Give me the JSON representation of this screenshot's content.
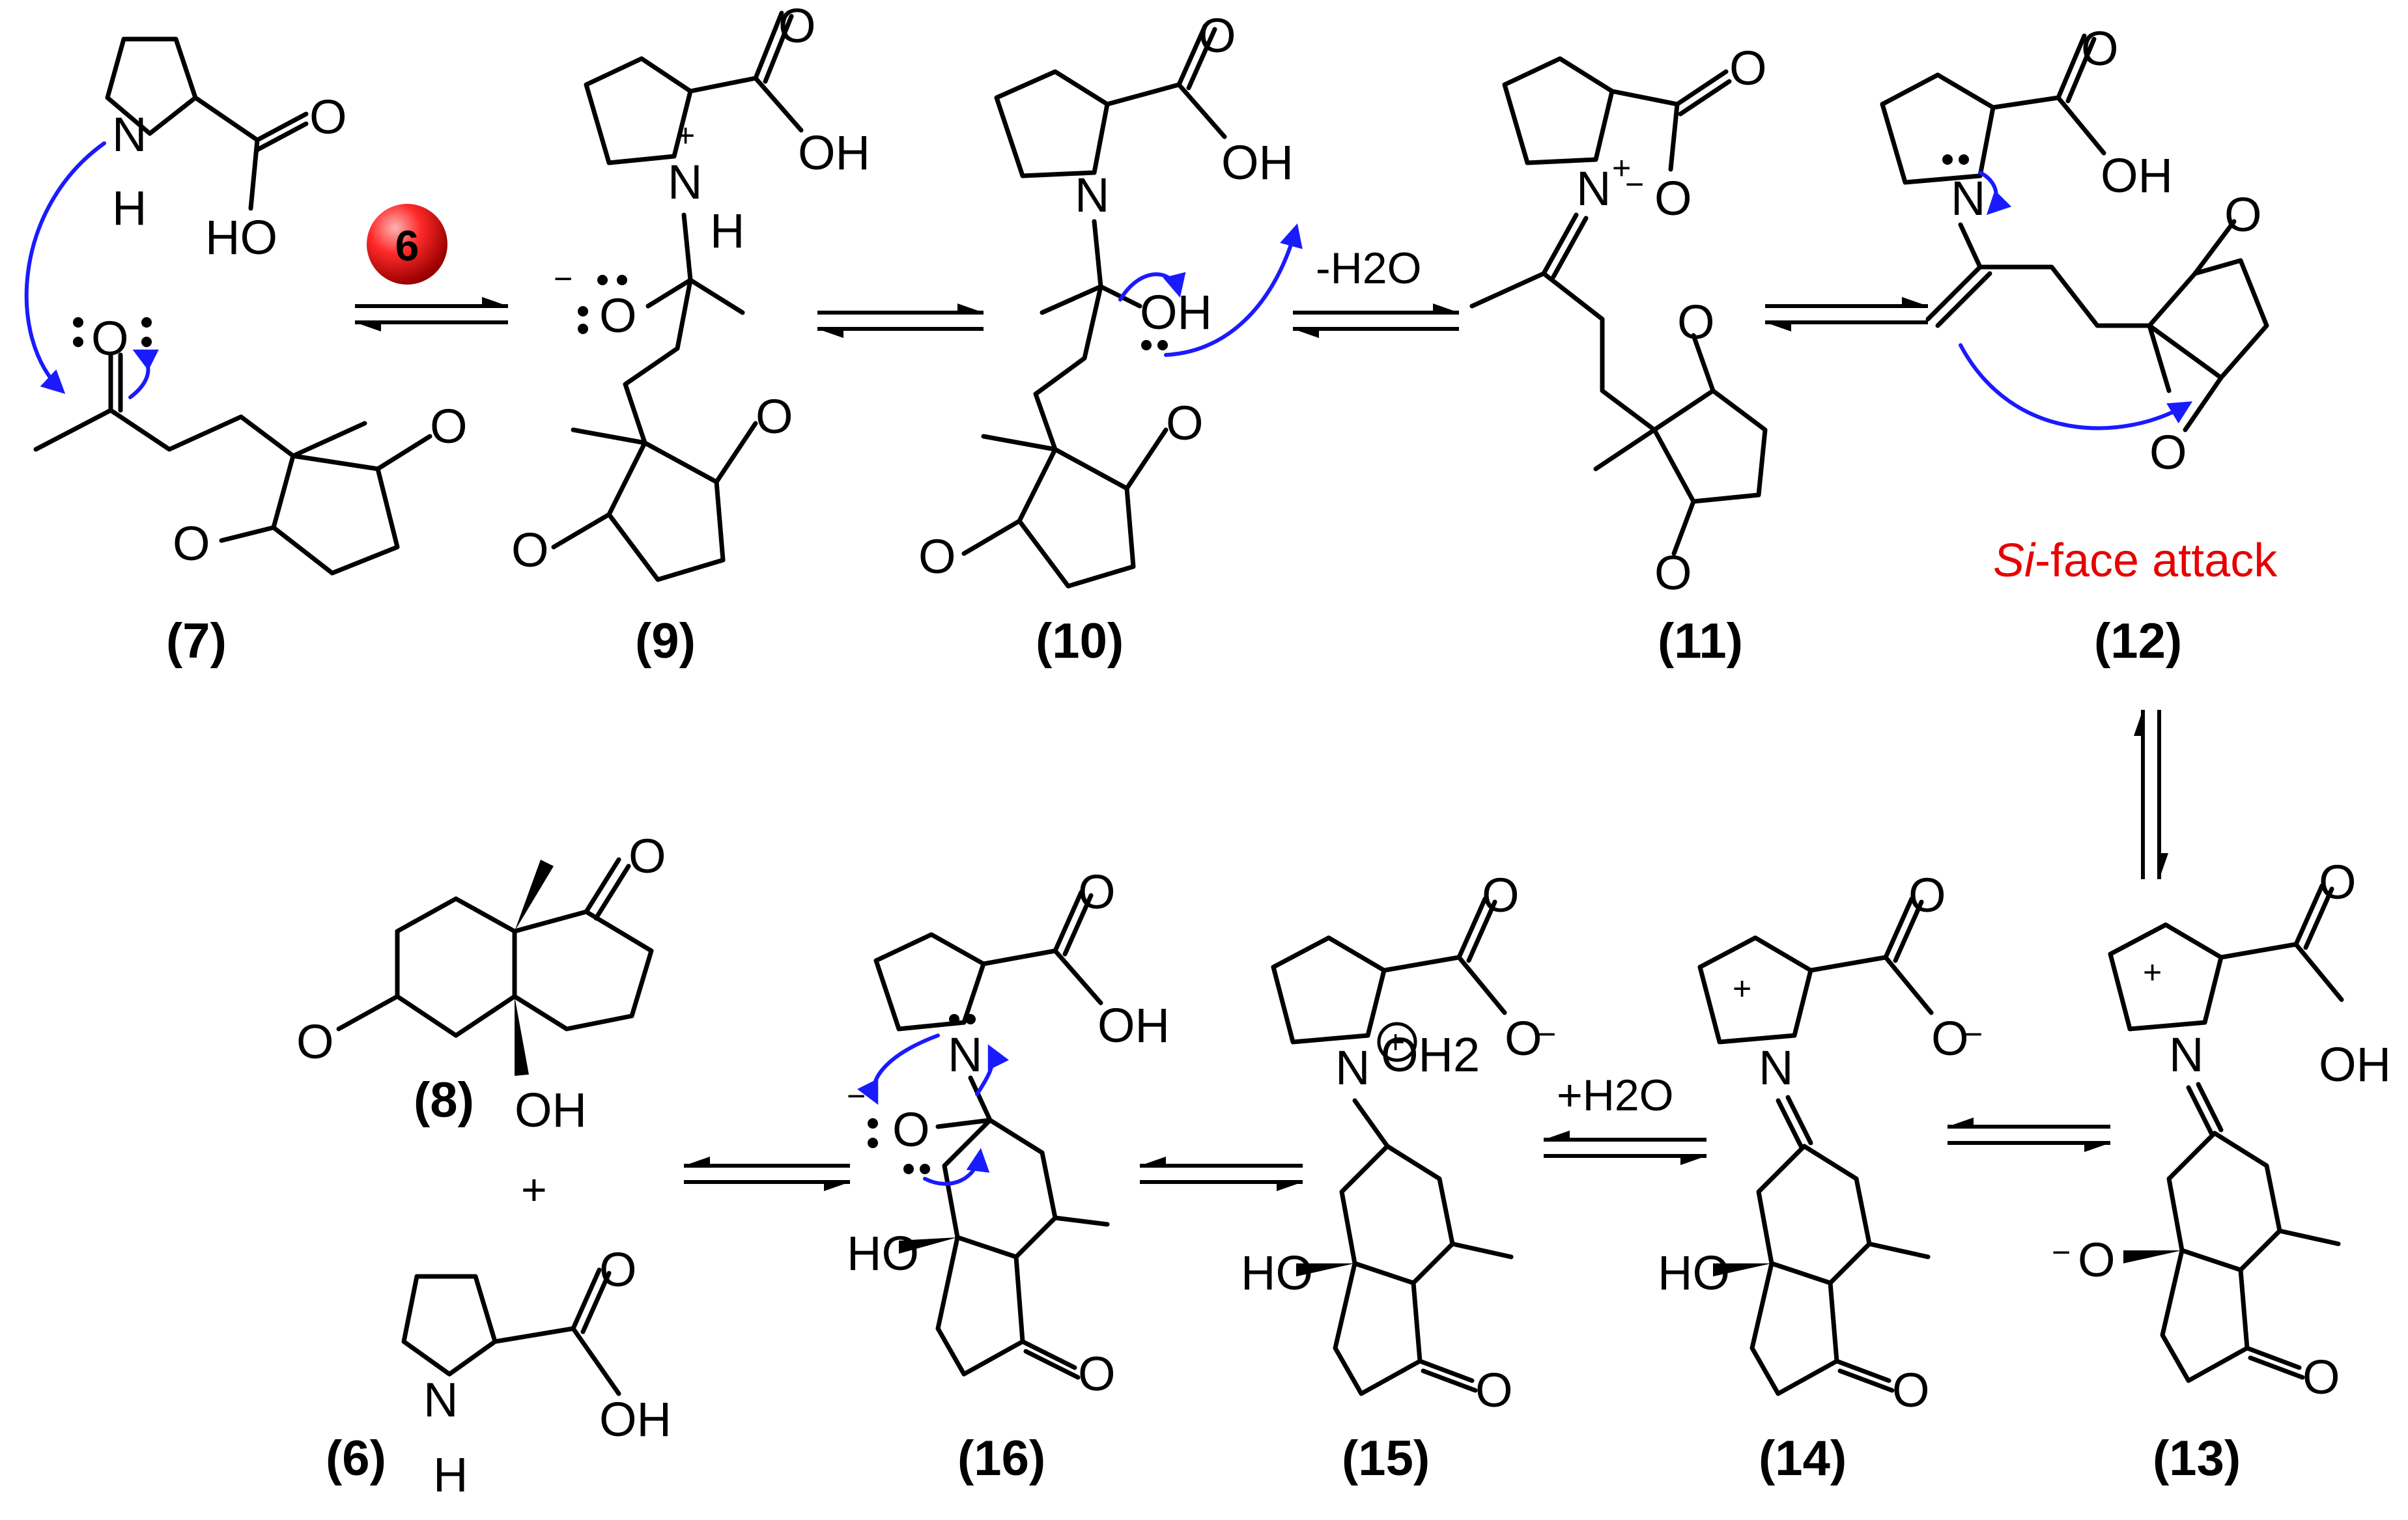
{
  "labels": {
    "c7": "(7)",
    "c9": "(9)",
    "c10": "(10)",
    "c11": "(11)",
    "c12": "(12)",
    "c8": "(8)",
    "c6": "(6)",
    "c16": "(16)",
    "c15": "(15)",
    "c14": "(14)",
    "c13": "(13)"
  },
  "catalyst_badge": "6",
  "conditions": {
    "minus_water": "-H2O",
    "plus_water": "+H2O",
    "plus_sign": "+"
  },
  "annotation": {
    "italic": "Si",
    "rest": "-face attack",
    "color": "#e60000"
  },
  "atoms": {
    "N": "N",
    "H": "H",
    "O": "O",
    "OH": "OH",
    "HO": "HO",
    "OH2": "OH2",
    "plus": "+",
    "minus": "−"
  }
}
